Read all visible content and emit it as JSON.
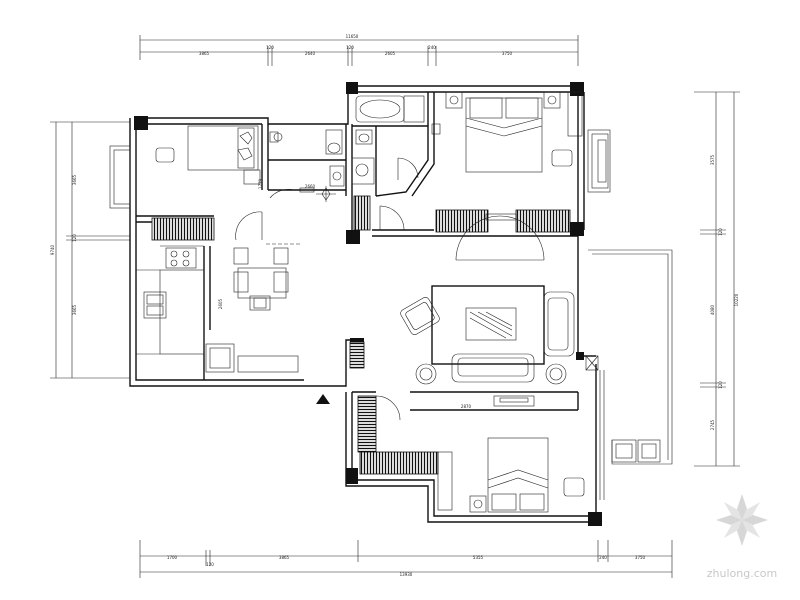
{
  "dimensions": {
    "top": {
      "overall": "11650",
      "segments": [
        "3865",
        "120",
        "2640",
        "120",
        "2605",
        "240",
        "3750"
      ]
    },
    "bottom": {
      "overall": "13930",
      "segments": [
        "1700",
        "120",
        "3865",
        "5355",
        "240",
        "3750"
      ]
    },
    "left": {
      "overall": "9740",
      "segments": [
        "3665",
        "120",
        "3665"
      ]
    },
    "right": {
      "overall": "10220",
      "segments": [
        "3575",
        "120",
        "4080",
        "120",
        "2745"
      ]
    },
    "inner": [
      "1779",
      "2660",
      "2605",
      "2870"
    ]
  },
  "watermark": {
    "text": "zhulong.com"
  },
  "colors": {
    "line": "#111111",
    "watermark": "#9a9a9a"
  }
}
